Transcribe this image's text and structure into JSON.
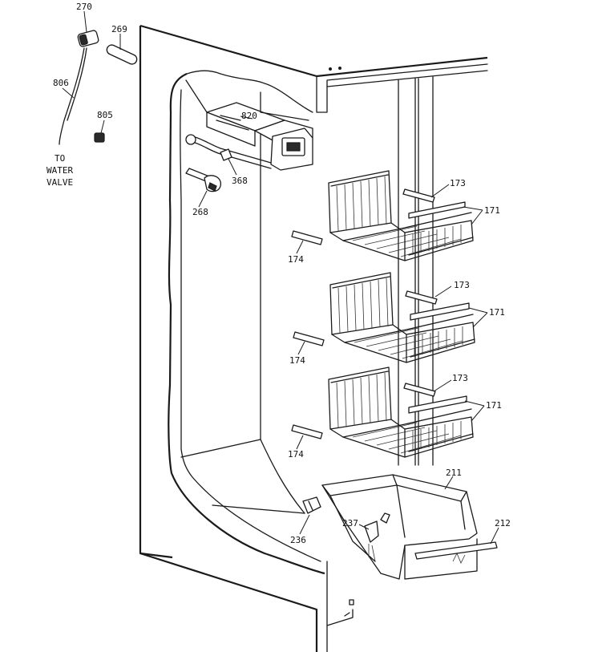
{
  "callouts": [
    {
      "id": "c270",
      "text": "270"
    },
    {
      "id": "c269",
      "text": "269"
    },
    {
      "id": "c806",
      "text": "806"
    },
    {
      "id": "c805",
      "text": "805"
    },
    {
      "id": "c820",
      "text": "820"
    },
    {
      "id": "c368",
      "text": "368"
    },
    {
      "id": "c268",
      "text": "268"
    },
    {
      "id": "c173a",
      "text": "173"
    },
    {
      "id": "c171a",
      "text": "171"
    },
    {
      "id": "c174a",
      "text": "174"
    },
    {
      "id": "c173b",
      "text": "173"
    },
    {
      "id": "c171b",
      "text": "171"
    },
    {
      "id": "c174b",
      "text": "174"
    },
    {
      "id": "c173c",
      "text": "173"
    },
    {
      "id": "c171c",
      "text": "171"
    },
    {
      "id": "c174c",
      "text": "174"
    },
    {
      "id": "c211",
      "text": "211"
    },
    {
      "id": "c212",
      "text": "212"
    },
    {
      "id": "c237",
      "text": "237"
    },
    {
      "id": "c236",
      "text": "236"
    }
  ],
  "water_note": [
    "TO",
    "WATER",
    "VALVE"
  ]
}
